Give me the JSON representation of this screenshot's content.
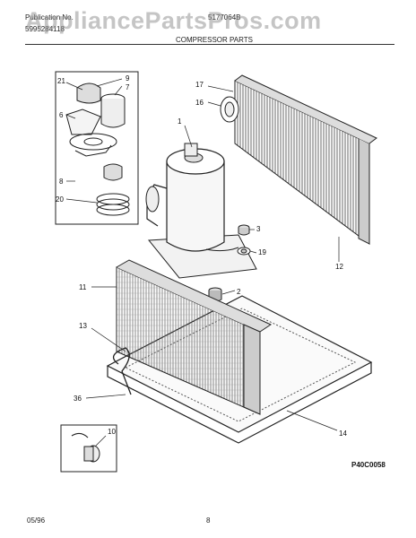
{
  "header": {
    "publication_label": "Publication No.",
    "publication_number": "5995284118",
    "model": "5177064B",
    "section_title": "COMPRESSOR PARTS"
  },
  "watermark": "AppliancePartsPros.com",
  "diagram_code": "P40C0058",
  "footer": {
    "date": "05/96",
    "page": "8"
  },
  "callouts": {
    "c1": "1",
    "c2": "2",
    "c3": "3",
    "c6": "6",
    "c7": "7",
    "c8": "8",
    "c9": "9",
    "c10": "10",
    "c11": "11",
    "c12": "12",
    "c13": "13",
    "c14": "14",
    "c16": "16",
    "c17": "17",
    "c19": "19",
    "c20": "20",
    "c21": "21",
    "c36": "36"
  }
}
